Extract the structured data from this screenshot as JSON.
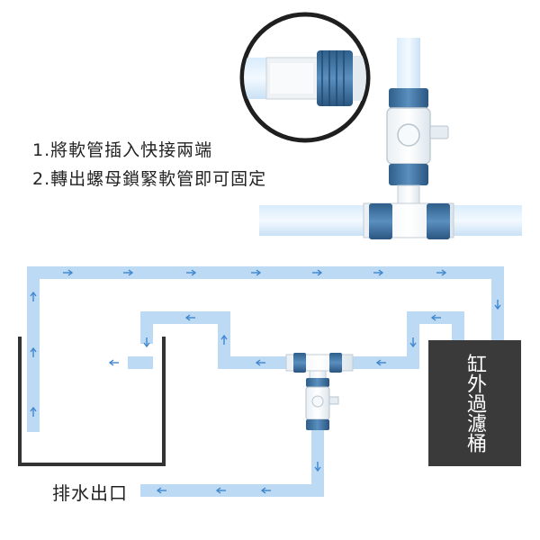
{
  "instructions": {
    "step1": "1.將軟管插入快接兩端",
    "step2": "2.轉出螺母鎖緊軟管即可固定"
  },
  "labels": {
    "filter": "缸外過濾桶",
    "outlet": "排水出口"
  },
  "colors": {
    "pipe": "#bcdaf3",
    "pipe_edge": "#9cc7ea",
    "arrow": "#3f86cf",
    "filter_box": "#3a3a3a",
    "tank_wall": "#333333",
    "nut_blue": "#3e6f9c",
    "valve_body": "#e6edf2"
  },
  "icons": {
    "flow_arrow": "arrow-icon",
    "zoom_inset": "connector-closeup",
    "valve": "t-valve-icon"
  }
}
